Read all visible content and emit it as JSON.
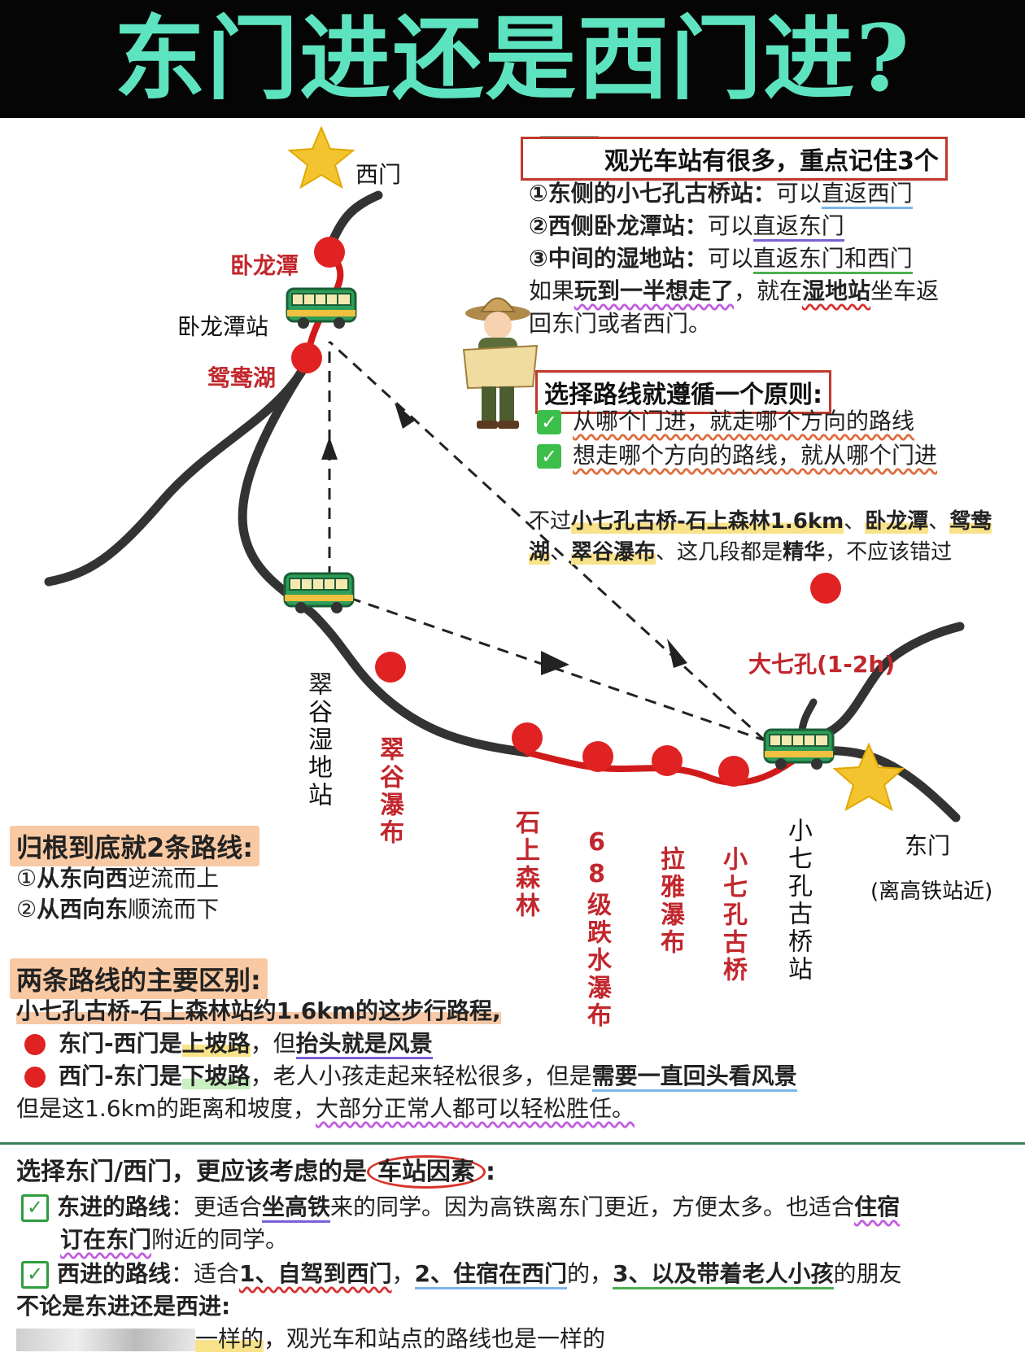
{
  "header": {
    "title": "东门进还是西门进?"
  },
  "colors": {
    "accent": "#5de3c0",
    "route_red": "#e02222",
    "path_dark": "#333333"
  },
  "map": {
    "west_gate": "西门",
    "east_gate": "东门",
    "east_gate_note": "(离高铁站近)",
    "wolongtan": "卧龙潭",
    "wolongtan_station": "卧龙潭站",
    "yuanyang_lake": "鸳鸯湖",
    "cuigu_station": "翠谷湿地站",
    "cuigu_falls": "翠谷瀑布",
    "shishang_forest": "石上森林",
    "falls_68": "68级跌水瀑布",
    "laya_falls": "拉雅瀑布",
    "xiaoqikong_bridge": "小七孔古桥",
    "xiaoqikong_station": "小七孔古桥站",
    "daqikong": "大七孔(1-2h)"
  },
  "bus_info": {
    "title": "观光车站有很多，重点记住3个",
    "line1_a": "①东侧的小七孔古桥站：",
    "line1_b": "可以",
    "line1_c": "直返西门",
    "line2_a": "②西侧卧龙潭站：",
    "line2_b": "可以",
    "line2_c": "直返东门",
    "line3_a": "③中间的湿地站：",
    "line3_b": "可以",
    "line3_c": "直返东门和西门",
    "line4_a": "如果",
    "line4_b": "玩到一半想走了",
    "line4_c": "，就在",
    "line4_d": "湿地站",
    "line4_e": "坐车返",
    "line5": "回东门或者西门。"
  },
  "principle": {
    "title": "选择路线就遵循一个原则:",
    "rule1": "从哪个门进，就走哪个方向的路线",
    "rule2": "想走哪个方向的路线，就从哪个门进"
  },
  "highlight_note": {
    "l1_a": "不过",
    "l1_b": "小七孔古桥-石上森林1.6km",
    "l1_c": "、",
    "l1_d": "卧龙潭",
    "l1_e": "、",
    "l1_f": "鸳鸯",
    "l2_a": "湖",
    "l2_b": "、",
    "l2_c": "翠谷瀑布",
    "l2_d": "、这几段都是",
    "l2_e": "精华",
    "l2_f": "，不应该错过"
  },
  "two_routes": {
    "title": "归根到底就2条路线:",
    "r1_a": "①",
    "r1_b": "从东向西",
    "r1_c": "逆流而上",
    "r2_a": "②",
    "r2_b": "从西向东",
    "r2_c": "顺流而下"
  },
  "difference": {
    "title": "两条路线的主要区别:",
    "line1": "小七孔古桥-石上森林站约1.6km的这步行路程,",
    "p1_a": "东门-西门是",
    "p1_b": "上坡路",
    "p1_c": "，但",
    "p1_d": "抬头就是风景",
    "p2_a": "西门-东门是",
    "p2_b": "下坡路",
    "p2_c": "，老人小孩走起来轻松很多，但是",
    "p2_d": "需要一直回头看风景",
    "line4_a": "但是这1.6km的距离和坡度，",
    "line4_b": "大部分正常人都可以轻松胜任。"
  },
  "choose": {
    "title_a": "选择东门/西门，更应该考虑的是",
    "title_b": "车站因素",
    "title_c": ":",
    "east_a": "东进的路线",
    "east_b": "：更适合",
    "east_c": "坐高铁",
    "east_d": "来的同学。因为高铁离东门更近，方便太多。也适合",
    "east_e": "住宿",
    "east_f": "订在东门",
    "east_g": "附近的同学。",
    "west_a": "西进的路线",
    "west_b": "：适合",
    "west_c": "1、自驾到西门",
    "west_d": "，",
    "west_e": "2、住宿在西门",
    "west_f": "的，",
    "west_g": "3、以及带着老人小孩",
    "west_h": "的朋友",
    "either": "不论是东进还是西进:",
    "last_a": "一样的",
    "last_b": "，观光车和站点的路线也是一样的"
  }
}
